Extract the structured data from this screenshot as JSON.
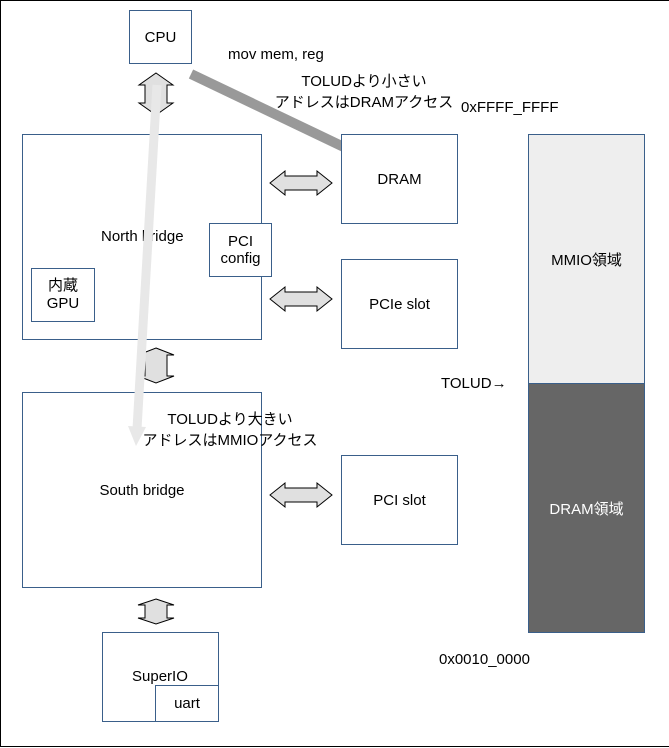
{
  "boxes": {
    "cpu": "CPU",
    "north_bridge": "North bridge",
    "pci_config": "PCI\nconfig",
    "internal_gpu": "内蔵\nGPU",
    "south_bridge": "South bridge",
    "superio": "SuperIO",
    "uart": "uart",
    "dram": "DRAM",
    "pcie_slot": "PCIe slot",
    "pci_slot": "PCI slot"
  },
  "annotations": {
    "mov_instruction": "mov mem, reg",
    "tolud_lower": "TOLUDより小さい\nアドレスはDRAMアクセス",
    "tolud_higher": "TOLUDより大きい\nアドレスはMMIOアクセス"
  },
  "memory_map": {
    "top_address": "0xFFFF_FFFF",
    "mmio_region": "MMIO領域",
    "dram_region": "DRAM領域",
    "tolud_marker": "TOLUD→",
    "bottom_address": "0x0010_0000"
  },
  "colors": {
    "box_border": "#3a5f8a",
    "mmio_fill": "#eeeeee",
    "dram_fill": "#666666",
    "dram_access_arrow": "#999999",
    "mmio_access_arrow": "#e8e8e8",
    "bus_arrow_fill": "#e0e0e0"
  }
}
